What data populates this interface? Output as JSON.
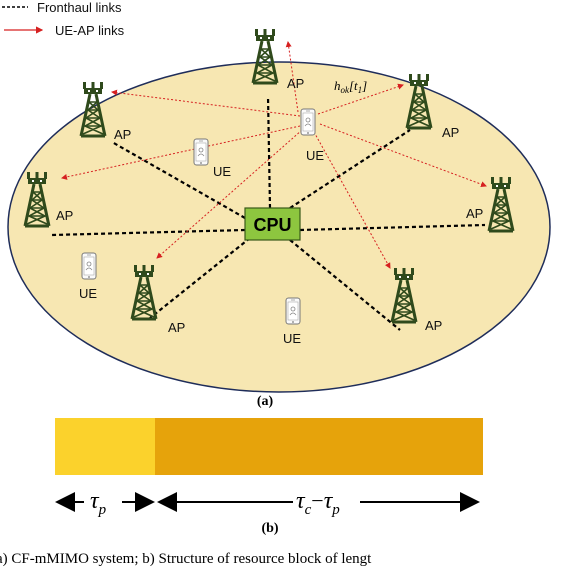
{
  "legend": {
    "fronthaul": "Fronthaul links",
    "ue_ap": "UE-AP links"
  },
  "cpu_label": "CPU",
  "ap_label": "AP",
  "ue_label": "UE",
  "channel_label": "h",
  "channel_sub": "ok",
  "channel_arg": "[t",
  "channel_arg_sub": "1",
  "channel_close": "]",
  "panel_a": "(a)",
  "panel_b": "(b)",
  "tau_left": "τ",
  "tau_left_sub": "p",
  "tau_right_a": "τ",
  "tau_right_a_sub": "c",
  "tau_right_minus": "−",
  "tau_right_b": "τ",
  "tau_right_b_sub": "p",
  "caption": "a) CF-mMIMO system; b) Structure of resource block of lengt",
  "colors": {
    "ellipse": "#f7e7b2",
    "cpu": "#8dc63f",
    "ap": "#2f4a1c",
    "ue_ap_link": "#d62020",
    "pilot_block": "#fbd22c",
    "data_block": "#e6a30b"
  }
}
